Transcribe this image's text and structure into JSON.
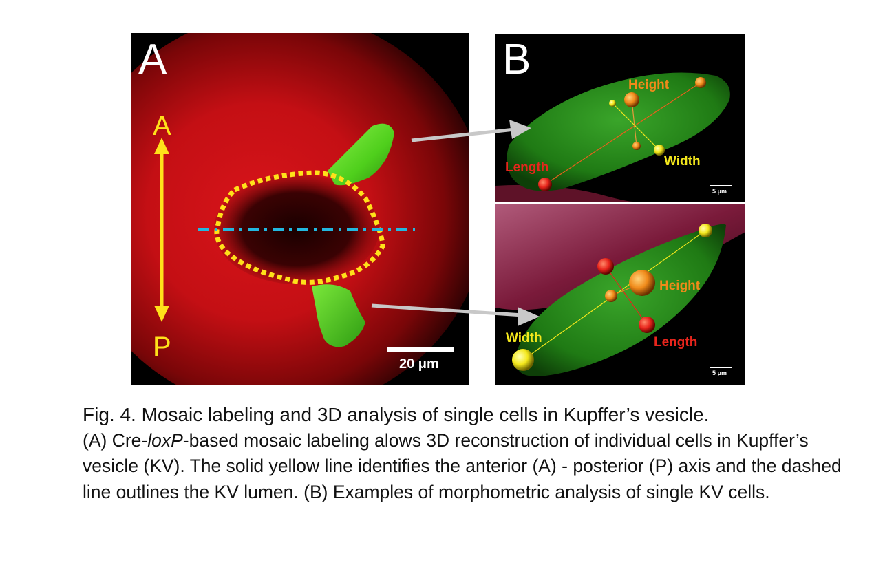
{
  "panel_a": {
    "letter": "A",
    "anterior_label": "A",
    "posterior_label": "P",
    "scale_label": "20 μm"
  },
  "panel_b": {
    "letter": "B",
    "top": {
      "height_label": "Height",
      "width_label": "Width",
      "length_label": "Length",
      "scale_label": "5 μm"
    },
    "bottom": {
      "height_label": "Height",
      "width_label": "Width",
      "length_label": "Length",
      "scale_label": "5 μm"
    }
  },
  "colors": {
    "height": "#f08a1a",
    "width": "#f4e81c",
    "length": "#e8251c",
    "axis": "#ffe11a",
    "dashed_axis": "#22b8e0"
  },
  "caption": {
    "title": "Fig. 4. Mosaic labeling and 3D analysis of single cells in Kupffer’s vesicle.",
    "body_prefix": "(A) Cre-",
    "body_italic": "loxP",
    "body_suffix": "-based mosaic labeling alows 3D reconstruction of individual cells in Kupffer’s vesicle (KV). The solid yellow line identifies the anterior (A) - posterior (P) axis and the dashed line outlines the KV lumen. (B) Examples of morphometric analysis of single KV cells."
  }
}
